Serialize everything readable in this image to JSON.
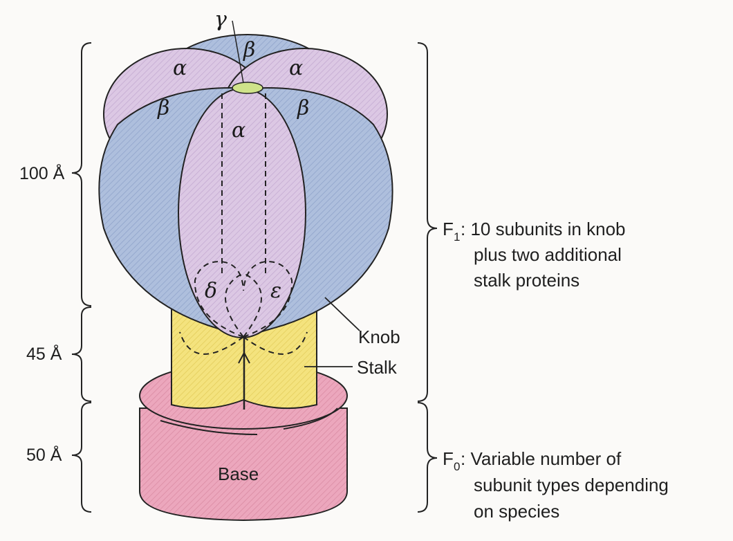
{
  "colors": {
    "beta_blue": "#aebfdd",
    "alpha_purple": "#d8c3e1",
    "gamma_green": "#cfe38a",
    "stalk_yellow": "#f3e27a",
    "base_pink": "#eaa2b8",
    "background": "#fbfaf8"
  },
  "subunits": {
    "gamma": "γ",
    "beta": "β",
    "alpha": "α",
    "delta": "δ",
    "epsilon": "ε"
  },
  "dimensions": {
    "knob": "100 Å",
    "stalk": "45 Å",
    "base": "50 Å"
  },
  "parts": {
    "knob": "Knob",
    "stalk": "Stalk",
    "base": "Base"
  },
  "f1": {
    "letter": "F",
    "subscript": "1",
    "lines": [
      ": 10 subunits in knob",
      "plus two additional",
      "stalk proteins"
    ]
  },
  "f0": {
    "letter": "F",
    "subscript": "0",
    "lines": [
      ": Variable number of",
      "subunit types depending",
      "on species"
    ]
  }
}
